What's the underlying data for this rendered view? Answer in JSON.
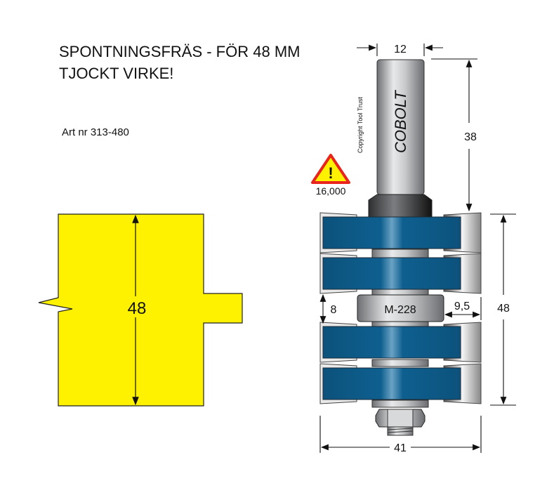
{
  "title_line1": "SPONTNINGSFRÄS - FÖR 48 MM",
  "title_line2": "TJOCKT VIRKE!",
  "article": "Art nr 313-480",
  "warning": {
    "icon": "warning-triangle-icon",
    "rpm": "16,000"
  },
  "copyright": "Copyright Tool Trust",
  "brand": "COBOLT",
  "bearing_label": "M-228",
  "dimensions": {
    "shank_diameter": "12",
    "shank_length": "38",
    "cut_height": "48",
    "cutter_diameter": "41",
    "groove_gap": "8",
    "depth": "9,5",
    "profile_height": "48"
  },
  "colors": {
    "profile": "#fff200",
    "cutter": "#0e5f8f",
    "warning_border": "#e8241c"
  }
}
